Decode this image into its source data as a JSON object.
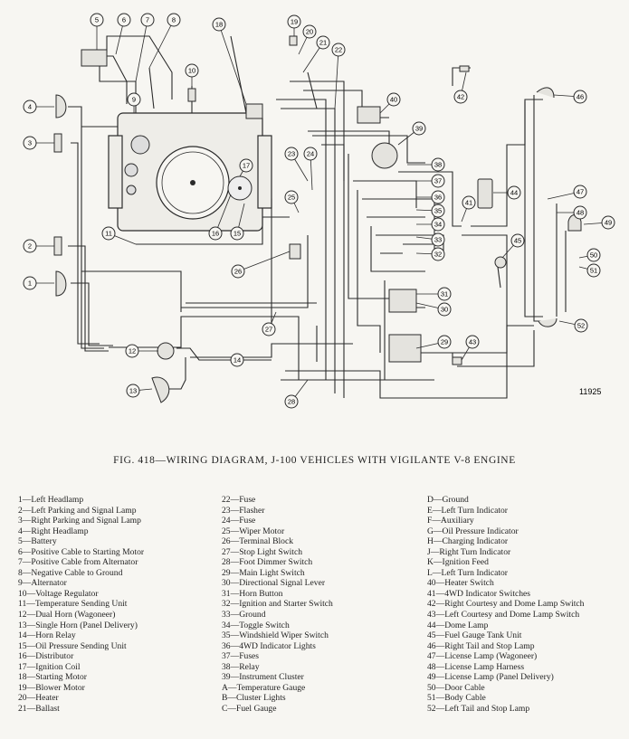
{
  "figure": {
    "caption": "FIG. 418—WIRING DIAGRAM, J-100 VEHICLES WITH VIGILANTE V-8 ENGINE",
    "id": "11925"
  },
  "legend": {
    "col1": [
      "1—Left Headlamp",
      "2—Left Parking and Signal Lamp",
      "3—Right Parking and Signal Lamp",
      "4—Right Headlamp",
      "5—Battery",
      "6—Positive Cable to Starting Motor",
      "7—Positive Cable from Alternator",
      "8—Negative Cable to Ground",
      "9—Alternator",
      "10—Voltage Regulator",
      "11—Temperature Sending Unit",
      "12—Dual Horn (Wagoneer)",
      "13—Single Horn (Panel Delivery)",
      "14—Horn Relay",
      "15—Oil Pressure Sending Unit",
      "16—Distributor",
      "17—Ignition Coil",
      "18—Starting Motor",
      "19—Blower Motor",
      "20—Heater",
      "21—Ballast"
    ],
    "col2": [
      "22—Fuse",
      "23—Flasher",
      "24—Fuse",
      "25—Wiper Motor",
      "26—Terminal Block",
      "27—Stop Light Switch",
      "28—Foot Dimmer Switch",
      "29—Main Light Switch",
      "30—Directional Signal Lever",
      "31—Horn Button",
      "32—Ignition and Starter Switch",
      "33—Ground",
      "34—Toggle Switch",
      "35—Windshield Wiper Switch",
      "36—4WD Indicator Lights",
      "37—Fuses",
      "38—Relay",
      "39—Instrument Cluster",
      "A—Temperature Gauge",
      "B—Cluster Lights",
      "C—Fuel Gauge"
    ],
    "col3": [
      "D—Ground",
      "E—Left Turn Indicator",
      "F—Auxiliary",
      "G—Oil Pressure Indicator",
      "H—Charging Indicator",
      "J—Right Turn Indicator",
      "K—Ignition Feed",
      "L—Left Turn Indicator",
      "40—Heater Switch",
      "41—4WD Indicator Switches",
      "42—Right Courtesy and Dome Lamp Switch",
      "43—Left Courtesy and Dome Lamp Switch",
      "44—Dome Lamp",
      "45—Fuel Gauge Tank Unit",
      "46—Right Tail and Stop Lamp",
      "47—License Lamp (Wagoneer)",
      "48—License Lamp Harness",
      "49—License Lamp (Panel Delivery)",
      "50—Door Cable",
      "51—Body Cable",
      "52—Left Tail and Stop Lamp"
    ]
  },
  "callouts": [
    "1",
    "2",
    "3",
    "4",
    "5",
    "6",
    "7",
    "8",
    "9",
    "10",
    "11",
    "12",
    "13",
    "14",
    "15",
    "16",
    "17",
    "18",
    "19",
    "20",
    "21",
    "22",
    "23",
    "24",
    "25",
    "26",
    "27",
    "28",
    "29",
    "30",
    "31",
    "32",
    "33",
    "34",
    "35",
    "36",
    "37",
    "38",
    "39",
    "40",
    "41",
    "42",
    "43",
    "44",
    "45",
    "46",
    "47",
    "48",
    "49",
    "50",
    "51",
    "52"
  ]
}
